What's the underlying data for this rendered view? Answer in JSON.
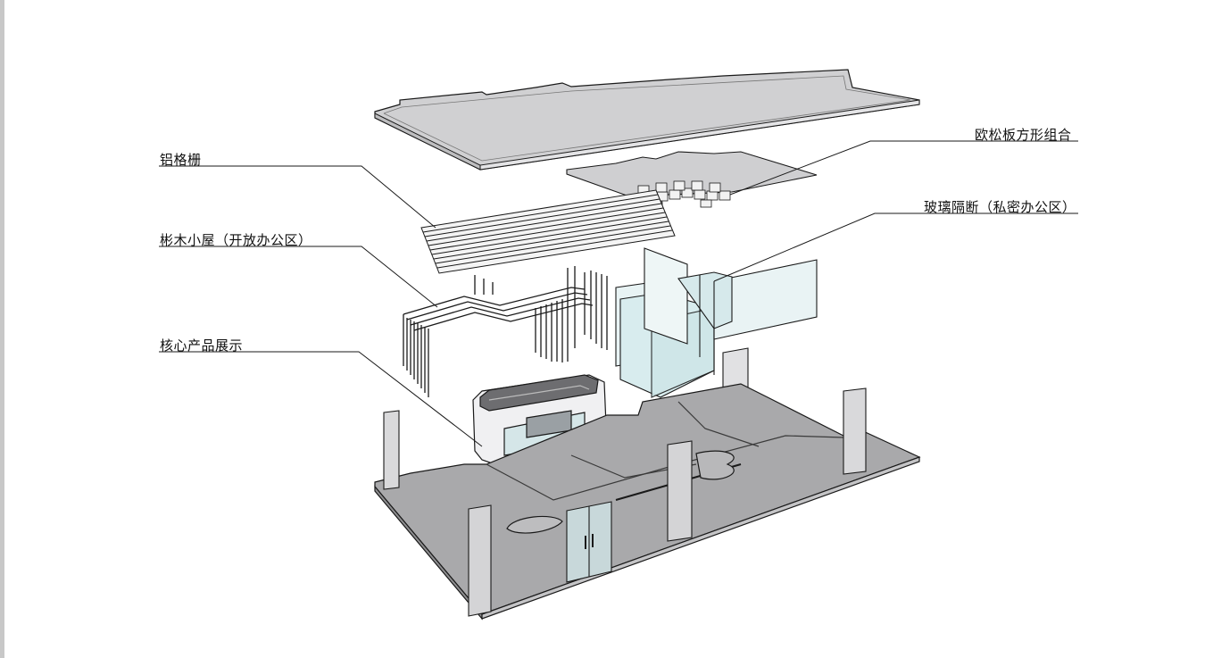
{
  "labels": {
    "aluminum_grille": "铝格栅",
    "wood_cabin": "彬木小屋（开放办公区）",
    "core_display": "核心产品展示",
    "osb_combination": "欧松板方形组合",
    "glass_partition": "玻璃隔断（私密办公区）"
  },
  "colors": {
    "line": "#1a1a1a",
    "slab_fill": "#cfcfd1",
    "floor_fill": "#a9a9ab",
    "glass_fill": "#dfeef0",
    "wall_fill": "#e6e6e8"
  }
}
